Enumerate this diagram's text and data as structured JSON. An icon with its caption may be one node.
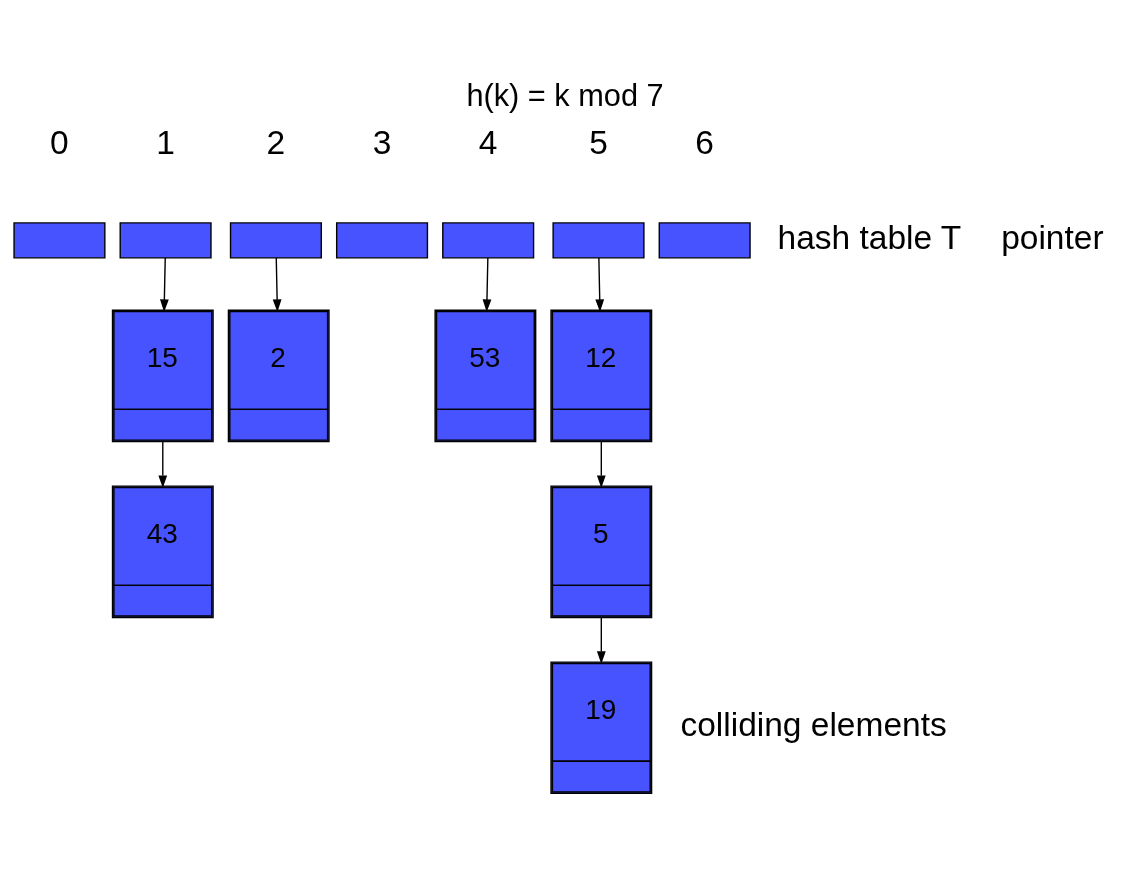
{
  "diagram": {
    "title": "h(k) = k mod 7",
    "nodes": [
      {
        "text": [],
        "shape": "box"
      },
      {
        "text": [],
        "shape": "box"
      },
      {
        "text": [],
        "shape": "box"
      },
      {
        "text": [],
        "shape": "box"
      },
      {
        "text": [],
        "shape": "box"
      },
      {
        "text": [],
        "shape": "box"
      },
      {
        "text": [],
        "shape": "box"
      },
      {
        "text": [
          "15"
        ]
      },
      {
        "text": [
          "2"
        ]
      },
      {
        "text": [
          "53"
        ]
      },
      {
        "text": [
          "12"
        ]
      },
      {
        "text": [
          "43"
        ]
      },
      {
        "text": [
          "5"
        ]
      },
      {
        "text": [
          "19"
        ]
      }
    ],
    "edges": [
      {
        "from": 1,
        "to": 7,
        "arrow": "to"
      },
      {
        "from": 2,
        "to": 8,
        "arrow": "to"
      },
      {
        "from": 4,
        "to": 9,
        "arrow": "to"
      },
      {
        "from": 5,
        "to": 10,
        "arrow": "to"
      },
      {
        "from": 7,
        "to": 11,
        "arrow": "to"
      },
      {
        "from": 10,
        "to": 12,
        "arrow": "to"
      },
      {
        "from": 12,
        "to": 13,
        "arrow": "to"
      }
    ],
    "labels": [
      "0",
      "1",
      "2",
      "3",
      "4",
      "5",
      "6",
      "hash table T",
      "pointer",
      "colliding elements"
    ]
  }
}
